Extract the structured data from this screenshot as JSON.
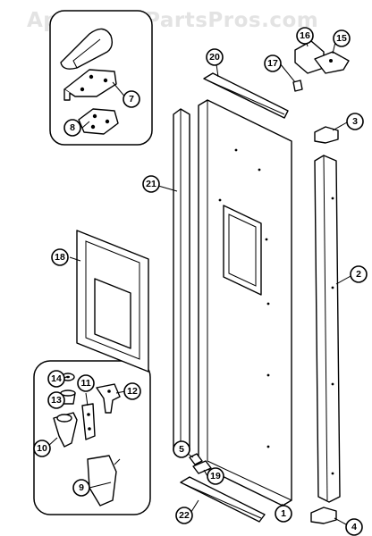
{
  "watermark": "AppliancePartsPros.com",
  "callouts": [
    {
      "id": "c1",
      "label": "1"
    },
    {
      "id": "c2",
      "label": "2"
    },
    {
      "id": "c3",
      "label": "3"
    },
    {
      "id": "c4",
      "label": "4"
    },
    {
      "id": "c5",
      "label": "5"
    },
    {
      "id": "c7",
      "label": "7"
    },
    {
      "id": "c8",
      "label": "8"
    },
    {
      "id": "c9",
      "label": "9"
    },
    {
      "id": "c10",
      "label": "10"
    },
    {
      "id": "c11",
      "label": "11"
    },
    {
      "id": "c12",
      "label": "12"
    },
    {
      "id": "c13",
      "label": "13"
    },
    {
      "id": "c14",
      "label": "14"
    },
    {
      "id": "c15",
      "label": "15"
    },
    {
      "id": "c16",
      "label": "16"
    },
    {
      "id": "c17",
      "label": "17"
    },
    {
      "id": "c18",
      "label": "18"
    },
    {
      "id": "c19",
      "label": "19"
    },
    {
      "id": "c20",
      "label": "20"
    },
    {
      "id": "c21",
      "label": "21"
    },
    {
      "id": "c22",
      "label": "22"
    }
  ]
}
